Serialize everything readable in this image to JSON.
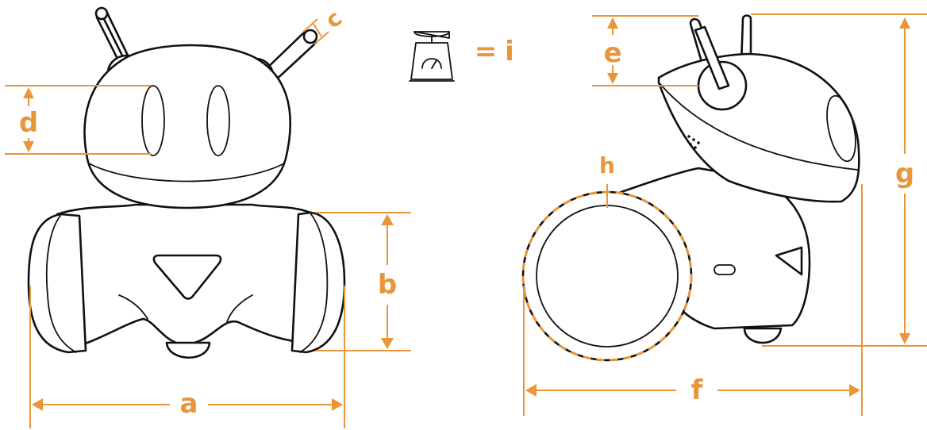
{
  "colors": {
    "accent": "#E8963A",
    "outline": "#111111"
  },
  "icons": {
    "weight": "weighing-scale-icon"
  },
  "labels": {
    "a": "a",
    "b": "b",
    "c": "c",
    "d": "d",
    "e": "e",
    "f": "f",
    "g": "g",
    "h": "h",
    "i": "i"
  },
  "legend": {
    "equals": "=",
    "weight_symbol": "i"
  }
}
